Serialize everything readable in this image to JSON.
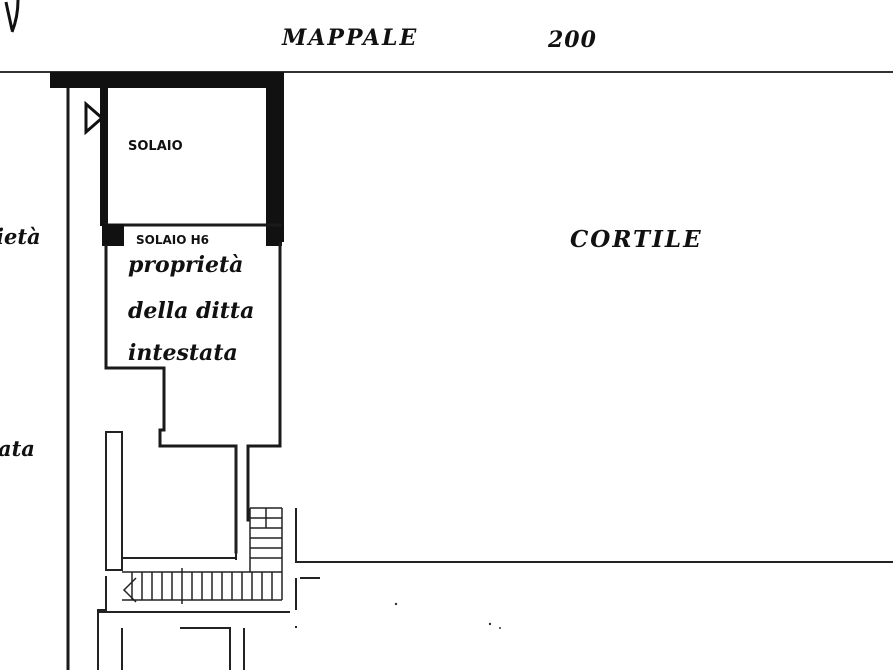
{
  "header": {
    "mappale_label": "MAPPALE",
    "mappale_number": "200"
  },
  "rooms": {
    "solaio": "SOLAIO",
    "solaio_h": "SOLAIO H6",
    "cortile": "CORTILE"
  },
  "ownership_note": {
    "line1": "proprietà",
    "line2": "della ditta",
    "line3": "intestata"
  },
  "margin_fragments": {
    "upper": "ietà",
    "lower": "ata"
  }
}
